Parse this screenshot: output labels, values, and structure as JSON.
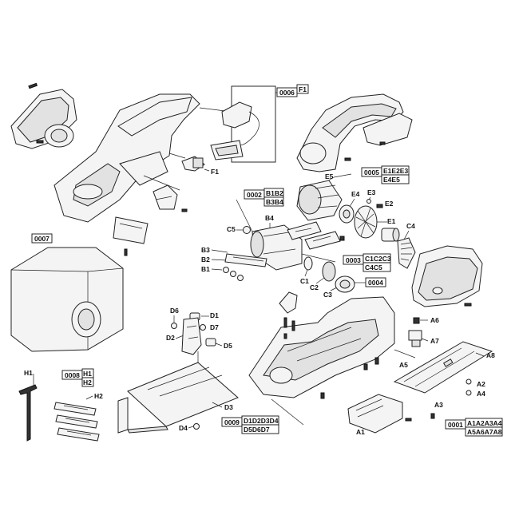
{
  "callouts": {
    "A1": "A1",
    "A2": "A2",
    "A3": "A3",
    "A4": "A4",
    "A5": "A5",
    "A6": "A6",
    "A7": "A7",
    "A8": "A8",
    "B1": "B1",
    "B2": "B2",
    "B3": "B3",
    "B4": "B4",
    "C1": "C1",
    "C2": "C2",
    "C3": "C3",
    "C4": "C4",
    "C5": "C5",
    "D1": "D1",
    "D2": "D2",
    "D3": "D3",
    "D4": "D4",
    "D5": "D5",
    "D6": "D6",
    "D7": "D7",
    "E1": "E1",
    "E2": "E2",
    "E3": "E3",
    "E4": "E4",
    "E5": "E5",
    "F1": "F1",
    "H1": "H1",
    "H2": "H2"
  },
  "kits": {
    "k0006": {
      "code": "0006",
      "r1": "F1",
      "r2": ""
    },
    "k0005": {
      "code": "0005",
      "r1": "E1E2E3",
      "r2": "E4E5"
    },
    "k0002": {
      "code": "0002",
      "r1": "B1B2",
      "r2": "B3B4"
    },
    "k0003": {
      "code": "0003",
      "r1": "C1C2C3",
      "r2": "C4C5"
    },
    "k0004": {
      "code": "0004",
      "r1": "",
      "r2": ""
    },
    "k0007": {
      "code": "0007",
      "r1": "",
      "r2": ""
    },
    "k0008": {
      "code": "0008",
      "r1": "H1",
      "r2": "H2"
    },
    "k0009": {
      "code": "0009",
      "r1": "D1D2D3D4",
      "r2": "D5D6D7"
    },
    "k0001": {
      "code": "0001",
      "r1": "A1A2A3A4",
      "r2": "A5A6A7A8"
    }
  }
}
